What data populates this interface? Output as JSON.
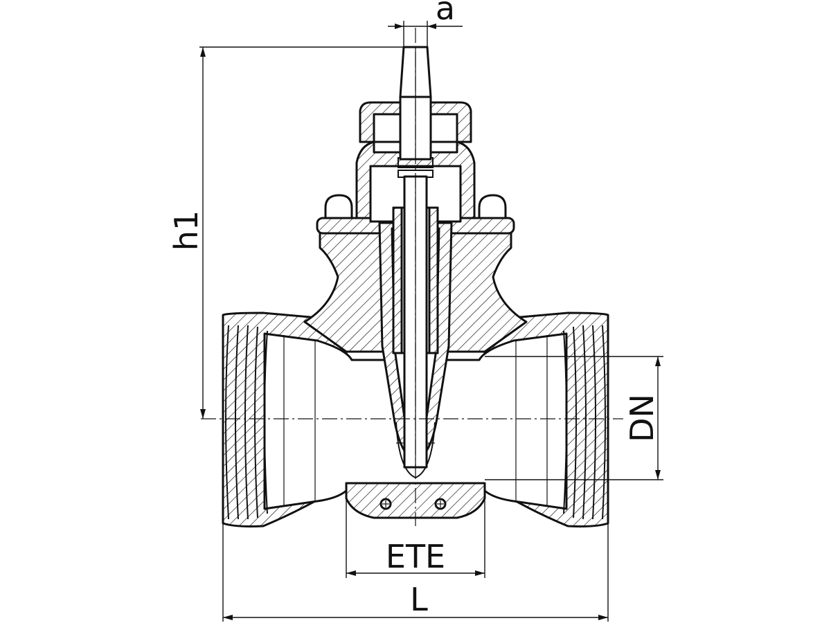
{
  "dimensions": {
    "a": "a",
    "h1": "h1",
    "dn": "DN",
    "ete": "ETE",
    "l": "L"
  }
}
